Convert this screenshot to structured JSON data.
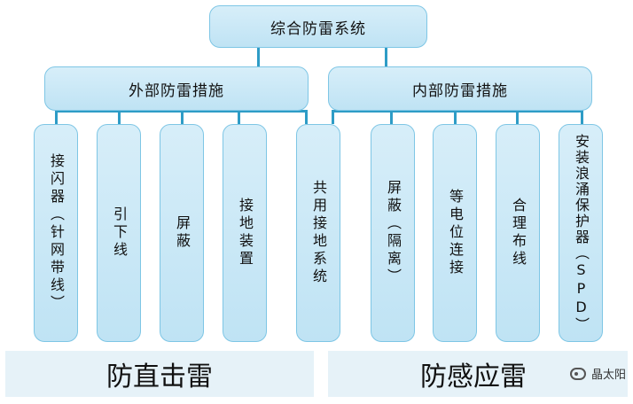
{
  "root": "综合防雷系统",
  "external": {
    "title": "外部防雷措施",
    "items": [
      "接闪器（针网带线）",
      "引下线",
      "屏蔽",
      "接地装置"
    ]
  },
  "shared": "共用接地系统",
  "internal": {
    "title": "内部防雷措施",
    "items": [
      "屏蔽（隔离）",
      "等电位连接",
      "合理布线",
      "安装浪涌保护器（SPD）"
    ]
  },
  "bottom": {
    "left": "防直击雷",
    "right": "防感应雷"
  },
  "watermark": "晶太阳",
  "colors": {
    "box_fill": "#c9e8f6",
    "box_border": "#7ec6e5",
    "connector": "#2e9cc6",
    "band": "#e6f2f8"
  }
}
